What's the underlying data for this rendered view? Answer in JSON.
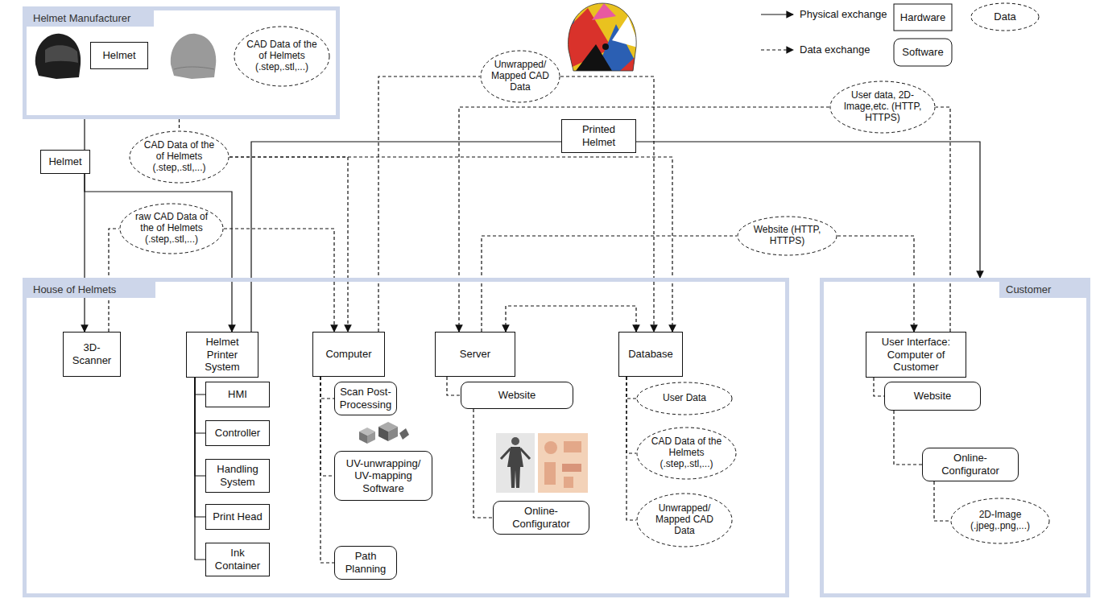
{
  "diagram": {
    "nodes": [
      {
        "text": [
          "Helmet Manufacturer"
        ]
      },
      {
        "text": [
          "Helmet"
        ],
        "in": 0
      },
      {
        "text": [
          "CAD Data of the of Helmets (.step,.stl,...)"
        ],
        "in": 0
      },
      {
        "text": [
          "Printed Helmet"
        ]
      },
      {
        "text": [
          "Helmet"
        ]
      },
      {
        "text": [
          "CAD Data of the of Helmets (.step,.stl,...)"
        ]
      },
      {
        "text": [
          "User data, 2D-Image,etc. (HTTP, HTTPS)"
        ]
      },
      {
        "text": [
          "Unwrapped/ Mapped CAD Data"
        ]
      },
      {
        "text": [
          "raw CAD Data of the of Helmets (.step,.stl,...)"
        ]
      },
      {
        "text": [
          "Website (HTTP, HTTPS)"
        ]
      },
      {
        "text": [
          "House of Helmets"
        ]
      },
      {
        "text": [
          "Customer"
        ]
      },
      {
        "text": [
          "3D-Scanner"
        ],
        "in": 10
      },
      {
        "text": [
          "Helmet Printer System"
        ],
        "in": 10
      },
      {
        "text": [
          "Computer"
        ],
        "in": 10
      },
      {
        "text": [
          "Server"
        ],
        "in": 10
      },
      {
        "text": [
          "Database"
        ],
        "in": 10
      },
      {
        "text": [
          "User Interface: Computer of Customer"
        ],
        "in": 11
      },
      {
        "text": [
          "HMI"
        ],
        "in": 10
      },
      {
        "text": [
          "Controller"
        ],
        "in": 10
      },
      {
        "text": [
          "Handling System"
        ],
        "in": 10
      },
      {
        "text": [
          "Print Head"
        ],
        "in": 10
      },
      {
        "text": [
          "Ink Container"
        ],
        "in": 10
      },
      {
        "text": [
          "Scan Post-Processing"
        ],
        "in": 10
      },
      {
        "text": [
          "UV-unwrapping/ UV-mapping Software"
        ],
        "in": 10
      },
      {
        "text": [
          "Path Planning"
        ],
        "in": 10
      },
      {
        "text": [
          "Website"
        ],
        "in": 10
      },
      {
        "text": [
          "Online-Configurator"
        ],
        "in": 10
      },
      {
        "text": [
          "User Data"
        ],
        "in": 10
      },
      {
        "text": [
          "CAD Data of the Helmets (.step,.stl,...)"
        ],
        "in": 10
      },
      {
        "text": [
          "Unwrapped/ Mapped CAD Data"
        ],
        "in": 10
      },
      {
        "text": [
          "Website"
        ],
        "in": 11
      },
      {
        "text": [
          "Online-Configurator"
        ],
        "in": 11
      },
      {
        "text": [
          "2D-Image (.jpeg,.png,...)"
        ],
        "in": 11
      }
    ],
    "edges": [
      {
        "from": 0,
        "to": 4,
        "arrow": "none"
      },
      {
        "from": 4,
        "to": 12,
        "arrow": "to"
      },
      {
        "from": 4,
        "to": 13,
        "arrow": "to"
      },
      {
        "from": 13,
        "to": 3,
        "arrow": "none"
      },
      {
        "from": 3,
        "to": 11,
        "arrow": "to"
      },
      {
        "from": 0,
        "to": 5,
        "arrow": "none"
      },
      {
        "from": 5,
        "to": 14,
        "arrow": "to"
      },
      {
        "from": 5,
        "to": 16,
        "arrow": "to"
      },
      {
        "from": 12,
        "to": 8,
        "arrow": "none"
      },
      {
        "from": 8,
        "to": 14,
        "arrow": "to"
      },
      {
        "from": 14,
        "to": 7,
        "arrow": "none"
      },
      {
        "from": 7,
        "to": 16,
        "arrow": "to"
      },
      {
        "from": 17,
        "to": 6,
        "arrow": "none"
      },
      {
        "from": 6,
        "to": 15,
        "arrow": "to"
      },
      {
        "from": 15,
        "to": 9,
        "arrow": "none"
      },
      {
        "from": 9,
        "to": 17,
        "arrow": "to"
      },
      {
        "from": 15,
        "to": 16,
        "arrow": "both"
      },
      {
        "from": 13,
        "to": 18,
        "arrow": "none"
      },
      {
        "from": 13,
        "to": 19,
        "arrow": "none"
      },
      {
        "from": 13,
        "to": 20,
        "arrow": "none"
      },
      {
        "from": 13,
        "to": 21,
        "arrow": "none"
      },
      {
        "from": 13,
        "to": 22,
        "arrow": "none"
      },
      {
        "from": 14,
        "to": 23,
        "arrow": "none"
      },
      {
        "from": 14,
        "to": 24,
        "arrow": "none"
      },
      {
        "from": 14,
        "to": 25,
        "arrow": "none"
      },
      {
        "from": 15,
        "to": 26,
        "arrow": "none"
      },
      {
        "from": 26,
        "to": 27,
        "arrow": "none"
      },
      {
        "from": 16,
        "to": 28,
        "arrow": "none"
      },
      {
        "from": 16,
        "to": 29,
        "arrow": "none"
      },
      {
        "from": 16,
        "to": 30,
        "arrow": "none"
      },
      {
        "from": 17,
        "to": 31,
        "arrow": "none"
      },
      {
        "from": 31,
        "to": 32,
        "arrow": "none"
      },
      {
        "from": 32,
        "to": 33,
        "arrow": "none"
      }
    ],
    "legend": [
      {
        "text": "Physical exchange"
      },
      {
        "text": "Hardware"
      },
      {
        "text": "Data"
      },
      {
        "text": "Data exchange"
      },
      {
        "text": "Software"
      }
    ]
  }
}
